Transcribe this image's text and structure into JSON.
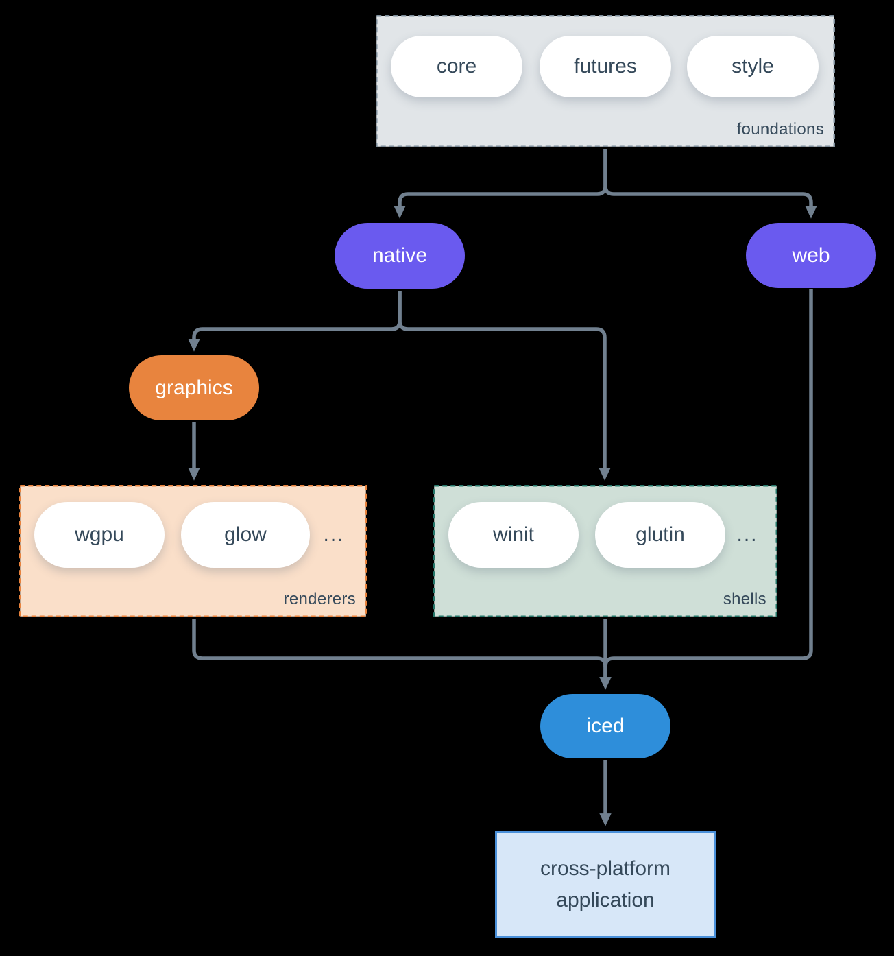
{
  "foundations": {
    "label": "foundations",
    "pills": [
      "core",
      "futures",
      "style"
    ]
  },
  "native": {
    "label": "native"
  },
  "web": {
    "label": "web"
  },
  "graphics": {
    "label": "graphics"
  },
  "renderers": {
    "label": "renderers",
    "pills": [
      "wgpu",
      "glow"
    ],
    "ellipsis": "..."
  },
  "shells": {
    "label": "shells",
    "pills": [
      "winit",
      "glutin"
    ],
    "ellipsis": "..."
  },
  "iced": {
    "label": "iced"
  },
  "application": {
    "label": "cross-platform application"
  },
  "edges": [
    {
      "from": "foundations",
      "to": "native"
    },
    {
      "from": "foundations",
      "to": "web"
    },
    {
      "from": "native",
      "to": "graphics"
    },
    {
      "from": "native",
      "to": "shells"
    },
    {
      "from": "graphics",
      "to": "renderers"
    },
    {
      "from": "renderers",
      "to": "iced"
    },
    {
      "from": "shells",
      "to": "iced"
    },
    {
      "from": "web",
      "to": "iced"
    },
    {
      "from": "iced",
      "to": "application"
    }
  ],
  "colors": {
    "background": "#000000",
    "arrow": "#71808F",
    "text_dark": "#35495A",
    "text_light": "#FFFFFF",
    "purple_pill": "#6A5AEF",
    "orange_pill": "#E8843E",
    "blue_pill": "#2E8EDA",
    "foundations_fill": "#E1E5E8",
    "foundations_border": "#7A8A97",
    "renderers_fill": "#FADFC9",
    "renderers_border": "#E8823C",
    "shells_fill": "#CFDFD7",
    "shells_border": "#26776A",
    "application_fill": "#D7E7F8",
    "application_border": "#4A90D9"
  }
}
